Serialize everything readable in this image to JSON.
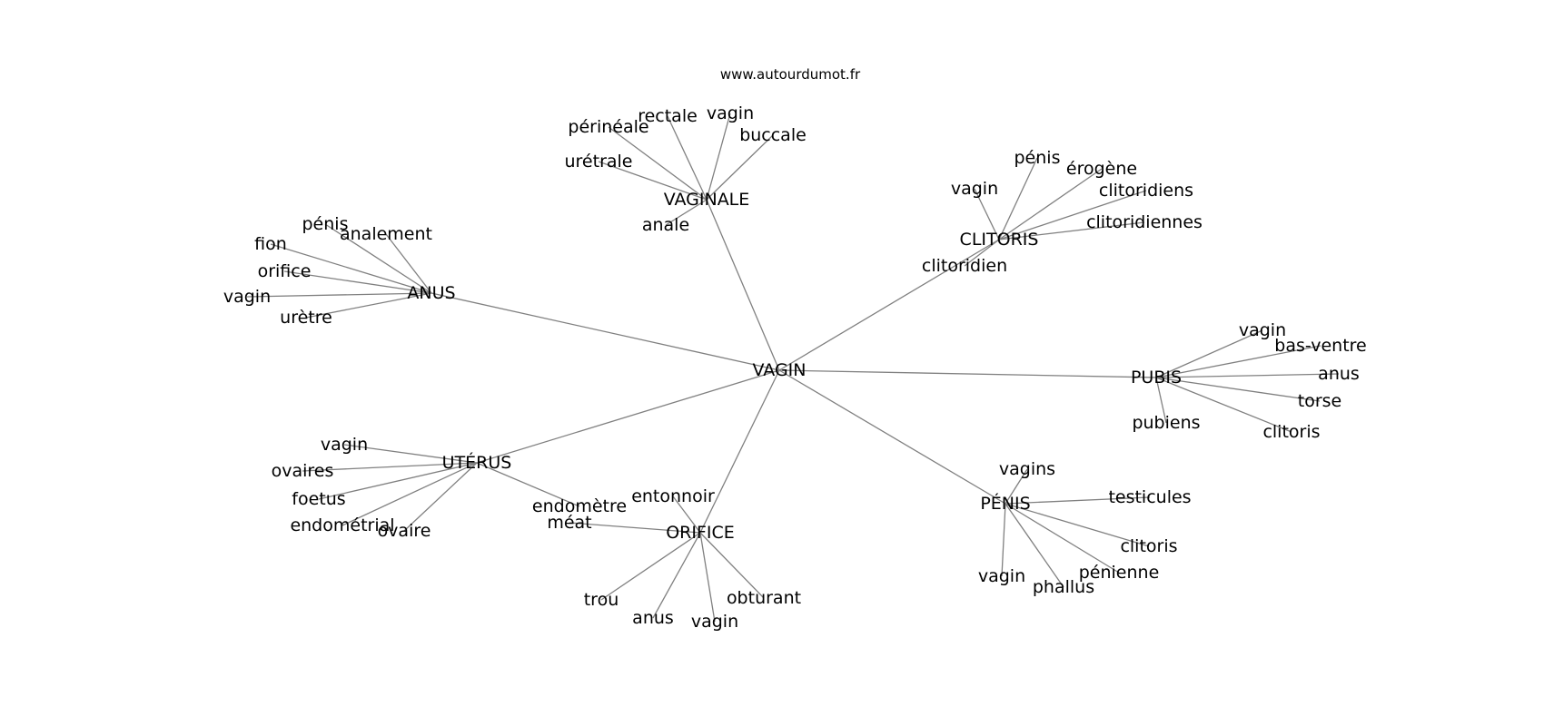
{
  "source": "www.autourdumot.fr",
  "center": "VAGIN",
  "groups": [
    {
      "hub": "VAGINALE",
      "words": [
        "anale",
        "urétrale",
        "périnéale",
        "rectale",
        "vagin",
        "buccale"
      ]
    },
    {
      "hub": "CLITORIS",
      "words": [
        "vagin",
        "pénis",
        "érogène",
        "clitoridiens",
        "clitoridiennes",
        "clitoridien"
      ]
    },
    {
      "hub": "ANUS",
      "words": [
        "pénis",
        "analement",
        "fion",
        "orifice",
        "vagin",
        "urètre"
      ]
    },
    {
      "hub": "PUBIS",
      "words": [
        "vagin",
        "bas-ventre",
        "anus",
        "torse",
        "clitoris",
        "pubiens"
      ]
    },
    {
      "hub": "UTÉRUS",
      "words": [
        "vagin",
        "ovaires",
        "foetus",
        "endométrial",
        "ovaire",
        "endomètre"
      ]
    },
    {
      "hub": "ORIFICE",
      "words": [
        "entonnoir",
        "méat",
        "trou",
        "anus",
        "vagin",
        "obturant"
      ]
    },
    {
      "hub": "PÉNIS",
      "words": [
        "vagins",
        "testicules",
        "clitoris",
        "pénienne",
        "phallus",
        "vagin"
      ]
    }
  ]
}
